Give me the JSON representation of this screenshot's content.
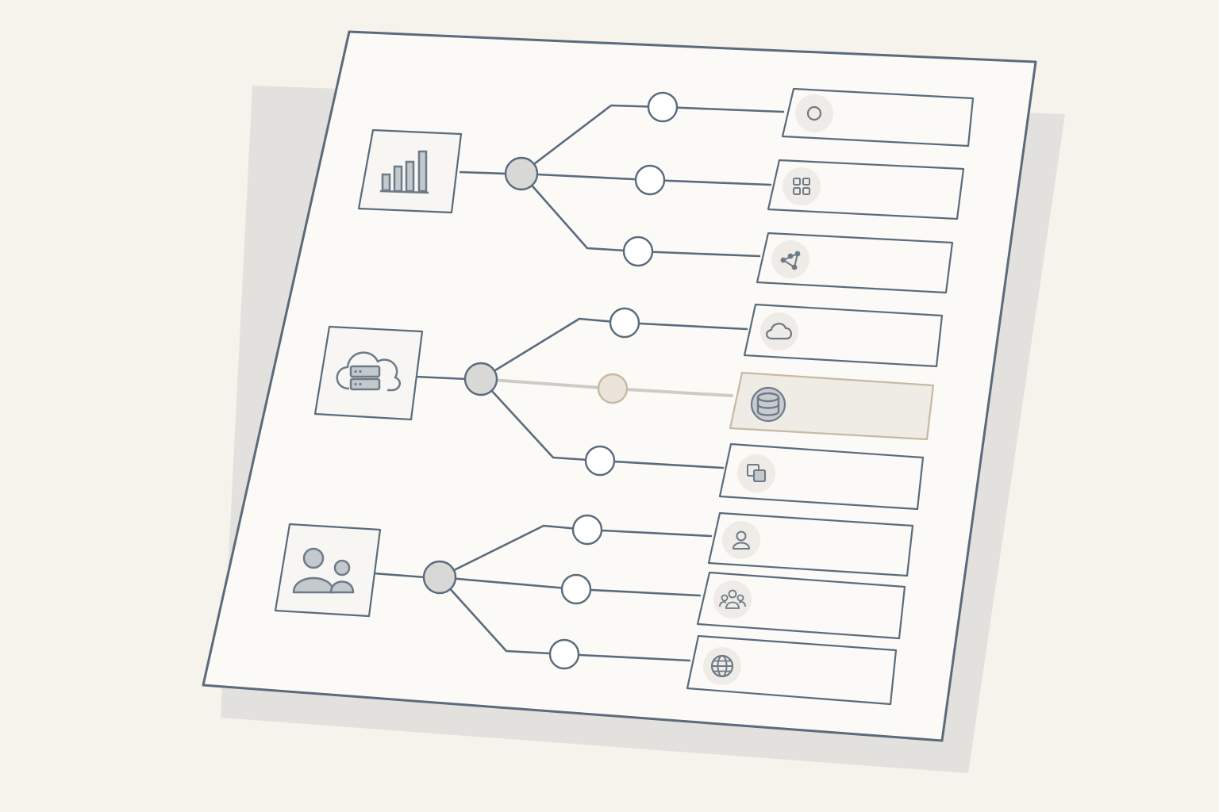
{
  "colors": {
    "background": "#f6f2ec",
    "paper": "#fbfaf7",
    "paper_shadow": "#e3e1dd",
    "outline": "#5a6b7b",
    "icon": "#6d7a87",
    "icon_fill": "#c4c9ce",
    "hub_fill": "#d8d8d6",
    "node_fill": "#ffffff",
    "icon_badge": "#efebe6",
    "selected_fill": "#efebe5",
    "selected_stroke": "#c7b9a3",
    "selected_line": "#cfcbc4",
    "selected_node": "#ebe4da",
    "selected_badge": "#c9ccce"
  },
  "diagram": {
    "groups": [
      {
        "name": "analytics",
        "source_icon": "bar-chart-icon",
        "branches": [
          {
            "icon": "circle-icon",
            "selected": false
          },
          {
            "icon": "grid-icon",
            "selected": false
          },
          {
            "icon": "network-icon",
            "selected": false
          }
        ]
      },
      {
        "name": "cloud",
        "source_icon": "cloud-server-icon",
        "branches": [
          {
            "icon": "cloud-icon",
            "selected": false
          },
          {
            "icon": "database-icon",
            "selected": true
          },
          {
            "icon": "copy-icon",
            "selected": false
          }
        ]
      },
      {
        "name": "people",
        "source_icon": "users-icon",
        "branches": [
          {
            "icon": "user-icon",
            "selected": false
          },
          {
            "icon": "team-icon",
            "selected": false
          },
          {
            "icon": "globe-icon",
            "selected": false
          }
        ]
      }
    ]
  }
}
